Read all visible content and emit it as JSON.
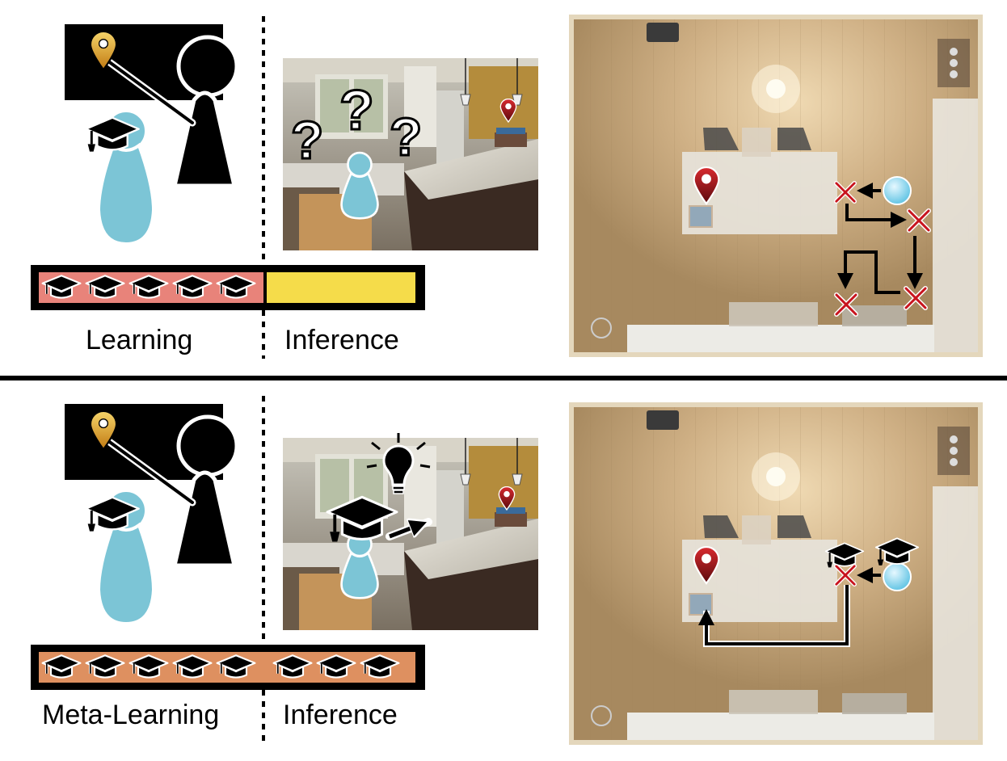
{
  "top_panel": {
    "learning_label": "Learning",
    "inference_label": "Inference",
    "learning_cap_count": 5,
    "learning_bar_color": "#e8837a",
    "inference_bar_color": "#f5dc4a",
    "question_marks": [
      "?",
      "?",
      "?"
    ]
  },
  "bottom_panel": {
    "learning_label": "Meta-Learning",
    "inference_label": "Inference",
    "learning_cap_count": 5,
    "inference_cap_count": 3,
    "bar_color": "#de9060"
  },
  "colors": {
    "agent": "#7cc5d6",
    "pin_gold": "#e0a62a",
    "pin_red": "#b3151d",
    "cross_red": "#c8141e",
    "floor": "#c9ab82",
    "island": "#e6e1d8"
  },
  "icons": [
    "location-pin-icon",
    "graduation-cap-icon",
    "lightbulb-icon",
    "question-mark-icon",
    "cross-mark-icon",
    "arrow-icon"
  ]
}
